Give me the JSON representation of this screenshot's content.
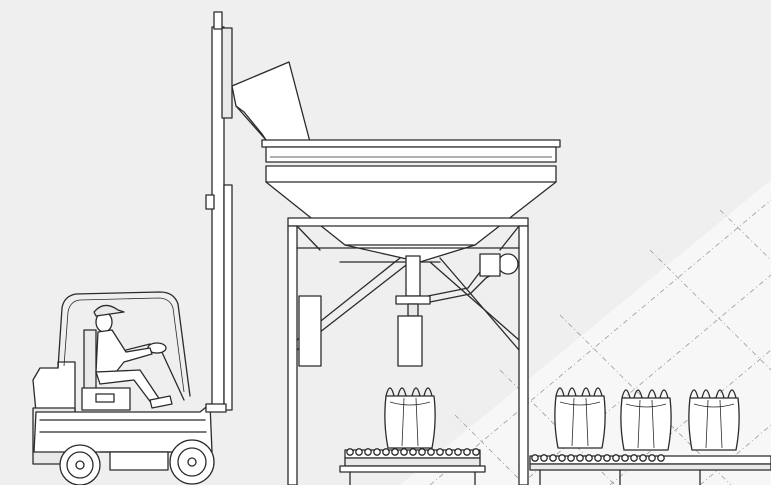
{
  "colors": {
    "background": "#efefef",
    "highlight": "#f7f7f7",
    "line": "#2b2b2b",
    "fill": "#ffffff",
    "shade": "#e9e9e9",
    "net": "#9a9a9a"
  },
  "icons": {
    "forklift": "forklift-icon",
    "operator": "operator-figure",
    "hopper": "hopper-icon",
    "bulk_bag": "bulk-bag-icon",
    "conveyor": "roller-conveyor-icon"
  },
  "counts": {
    "filled_bags": 4,
    "conveyor_rollers": 30
  }
}
